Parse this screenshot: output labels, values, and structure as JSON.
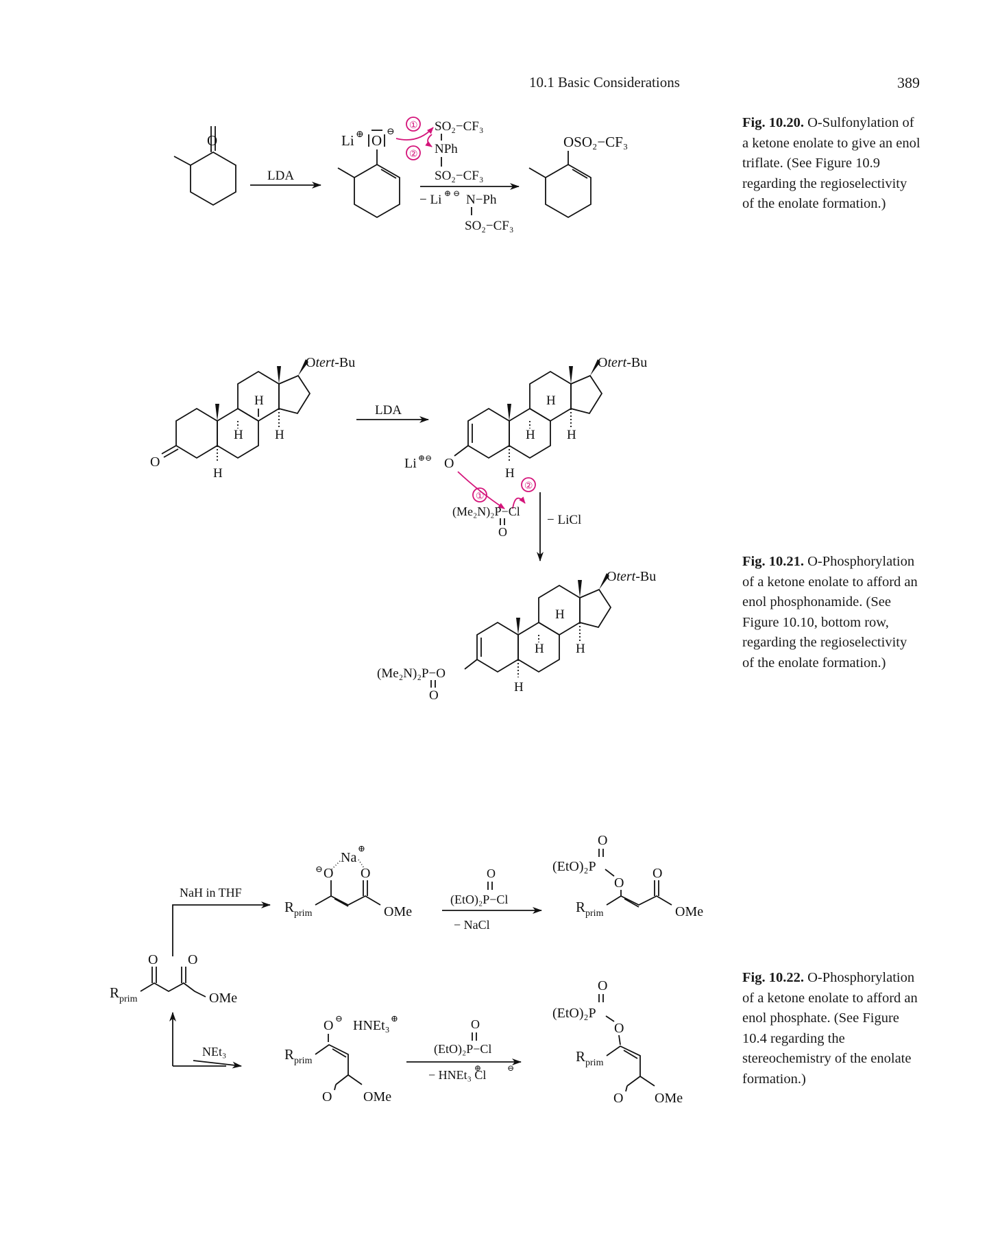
{
  "header": {
    "running_head": "10.1 Basic Considerations",
    "page_number": "389"
  },
  "captions": [
    {
      "label": "Fig. 10.20.",
      "text": "O-Sulfonylation of a ketone enolate to give an enol triflate. (See Figure 10.9 regarding the regioselectivity of the enolate formation.)"
    },
    {
      "label": "Fig. 10.21.",
      "text": "O-Phosphorylation of a ketone enolate to afford an enol phosphonamide. (See Figure 10.10, bottom row, regarding the regioselectivity of the enolate formation.)"
    },
    {
      "label": "Fig. 10.22.",
      "text": "O-Phosphorylation of a ketone enolate to afford an enol phosphate. (See Figure 10.4 regarding the stereochemistry of the enolate formation.)"
    }
  ],
  "scheme1": {
    "reagent": "LDA",
    "ketone_O": "O",
    "li": "Li",
    "plus": "⊕",
    "minus": "⊖",
    "enolate_O": "O",
    "so2cf3_top": "SO₂−CF₃",
    "nph": "NPh",
    "so2cf3_mid": "SO₂−CF₃",
    "byproduct_li": "− Li",
    "byproduct_n": "N−Ph",
    "byproduct_so2": "SO₂−CF₃",
    "product": "OSO₂−CF₃",
    "step1": "①",
    "step2": "②"
  },
  "scheme2": {
    "reagent": "LDA",
    "otertbu_prefix": "O",
    "otertbu_italic": "tert",
    "otertbu_suffix": "-Bu",
    "ketone_O": "O",
    "H": "H",
    "li": "Li",
    "enolate_O": "O",
    "phos_reagent": "(Me₂N)₂P−Cl",
    "phos_O": "O",
    "byproduct": "− LiCl",
    "product_P": "(Me₂N)₂P−O",
    "step1": "①",
    "step2": "②"
  },
  "scheme3": {
    "top_reagent": "NaH in THF",
    "bottom_reagent": "NEt₃",
    "rprim": "R",
    "prim": "prim",
    "ome": "OMe",
    "O": "O",
    "na": "Na",
    "hnet3": "HNEt₃",
    "p_reagent": "(EtO)₂P−Cl",
    "p_product": "(EtO)₂P",
    "top_byproduct": "− NaCl",
    "bottom_byproduct": "− HNEt₃ Cl",
    "plus": "⊕",
    "minus": "⊖"
  }
}
